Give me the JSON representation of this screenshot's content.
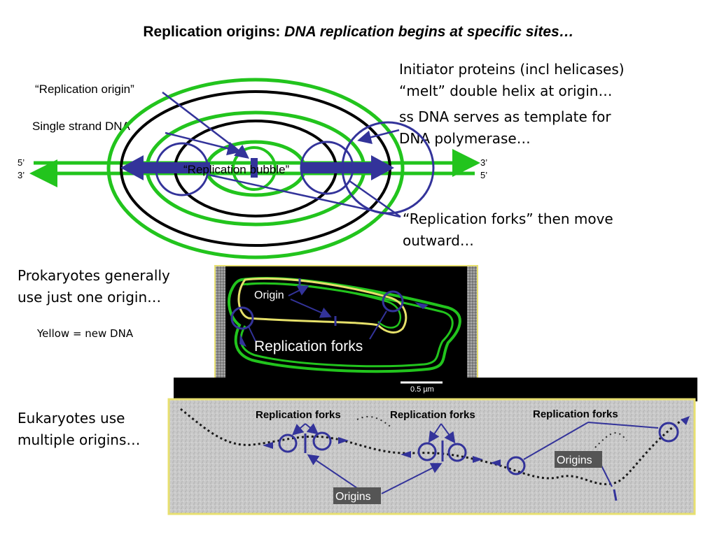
{
  "slide": {
    "title_main": "Replication origins: ",
    "title_italic": "DNA replication begins at specific sites…"
  },
  "diagram": {
    "label_origin": "“Replication origin”",
    "label_ssdna": "Single strand DNA",
    "label_bubble": "“Replication bubble”",
    "strand_left_top": "5’",
    "strand_left_bottom": "3’",
    "strand_right_top": "3’",
    "strand_right_bottom": "5’",
    "initiator_line1": "Initiator proteins (incl helicases)",
    "initiator_line2": "“melt” double helix at origin…",
    "ss_line1": "ss DNA serves as template for",
    "ss_line2": "DNA polymerase…",
    "forks_line1": "“Replication forks” then move",
    "forks_line2": "outward…",
    "colors": {
      "green": "#22c41d",
      "blue": "#33339a",
      "black": "#000000"
    }
  },
  "prokaryote": {
    "text_line1": "Prokaryotes generally",
    "text_line2": "use just one origin…",
    "legend": "Yellow = new DNA",
    "label_origin": "Origin",
    "label_forks": "Replication forks",
    "scale_bar": "0.5 µm"
  },
  "eukaryote": {
    "text_line1": "Eukaryotes use",
    "text_line2": "multiple origins…",
    "forks_label_1": "Replication forks",
    "forks_label_2": "Replication forks",
    "forks_label_3": "Replication forks",
    "origins_label_1": "Origins",
    "origins_label_2": "Origins"
  }
}
